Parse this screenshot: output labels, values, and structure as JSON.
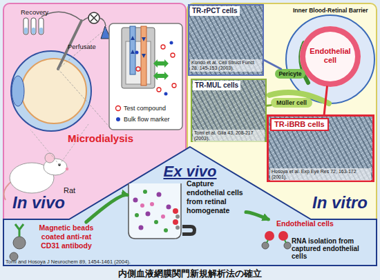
{
  "diagram": {
    "caption": "内側血液網膜関門新規解析法の確立",
    "nodes": [
      {
        "text": [
          "In vivo"
        ]
      },
      {
        "text": [
          "In vitro"
        ]
      },
      {
        "text": [
          "TR-rPCT cells",
          "Kondo et al. Cell Struct Funct 28, 145-153 (2003)."
        ],
        "in": 1
      },
      {
        "text": [
          "Endothelial cell"
        ],
        "in": 1
      },
      {
        "text": [
          "Pericyte"
        ],
        "in": 1
      },
      {
        "text": [
          "TR-MUL cells",
          "Tomi et al. Glia 43, 208-217 (2003)."
        ],
        "in": 1
      },
      {
        "text": [
          "Müller cell"
        ],
        "in": 1
      },
      {
        "text": [
          "TR-iBRB cells",
          "Hosoya et al. Exp Eye Res 72, 163-172 (2001)."
        ],
        "in": 1
      },
      {
        "text": [
          "Ex vivo"
        ]
      },
      {
        "text": [
          "Magnetic beads coated anti-rat CD31 antibody"
        ],
        "in": 8
      },
      {
        "text": [
          "Capture endothelial cells from retinal homogenate"
        ],
        "in": 8
      },
      {
        "text": [
          "Endothelial cells",
          "RNA isolation from captured endothelial cells"
        ],
        "in": 8
      }
    ],
    "edges": [
      {
        "from": 2,
        "to": 4,
        "arrow": "none"
      },
      {
        "from": 5,
        "to": 6,
        "arrow": "none"
      },
      {
        "from": 7,
        "to": 3,
        "arrow": "none"
      },
      {
        "from": 9,
        "to": 10,
        "arrow": "to"
      },
      {
        "from": 10,
        "to": 11,
        "arrow": "to"
      }
    ],
    "labels": [
      "Recovery",
      "Perfusate",
      "Microdialysis",
      "Rat",
      "Inner Blood-Retinal Barrier",
      "Tomi and Hosoya J Neurochem 89, 1454-1461 (2004)."
    ],
    "legend": [
      {
        "text": "Test compound"
      },
      {
        "text": "Bulk flow marker"
      }
    ]
  }
}
